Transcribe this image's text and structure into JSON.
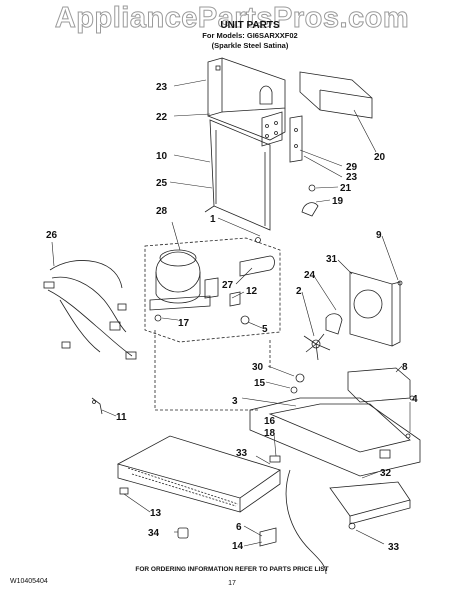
{
  "watermark": "AppliancePartsPros.com",
  "header": {
    "title": "UNIT PARTS",
    "models": "For Models: GI6SARXXF02",
    "color": "(Sparkle Steel Satina)"
  },
  "callouts": {
    "c23a": "23",
    "c22": "22",
    "c10": "10",
    "c25": "25",
    "c28": "28",
    "c1": "1",
    "c26": "26",
    "c27": "27",
    "c12": "12",
    "c17": "17",
    "c5": "5",
    "c20": "20",
    "c29": "29",
    "c23b": "23",
    "c21": "21",
    "c19": "19",
    "c31": "31",
    "c9": "9",
    "c24": "24",
    "c2": "2",
    "c30": "30",
    "c15": "15",
    "c3": "3",
    "c8": "8",
    "c4": "4",
    "c11": "11",
    "c16": "16",
    "c18": "18",
    "c33a": "33",
    "c32": "32",
    "c13": "13",
    "c6": "6",
    "c34": "34",
    "c14": "14",
    "c33b": "33"
  },
  "footer": {
    "doc_number": "W10405404",
    "note": "FOR ORDERING INFORMATION REFER TO PARTS PRICE LIST",
    "page": "17"
  }
}
